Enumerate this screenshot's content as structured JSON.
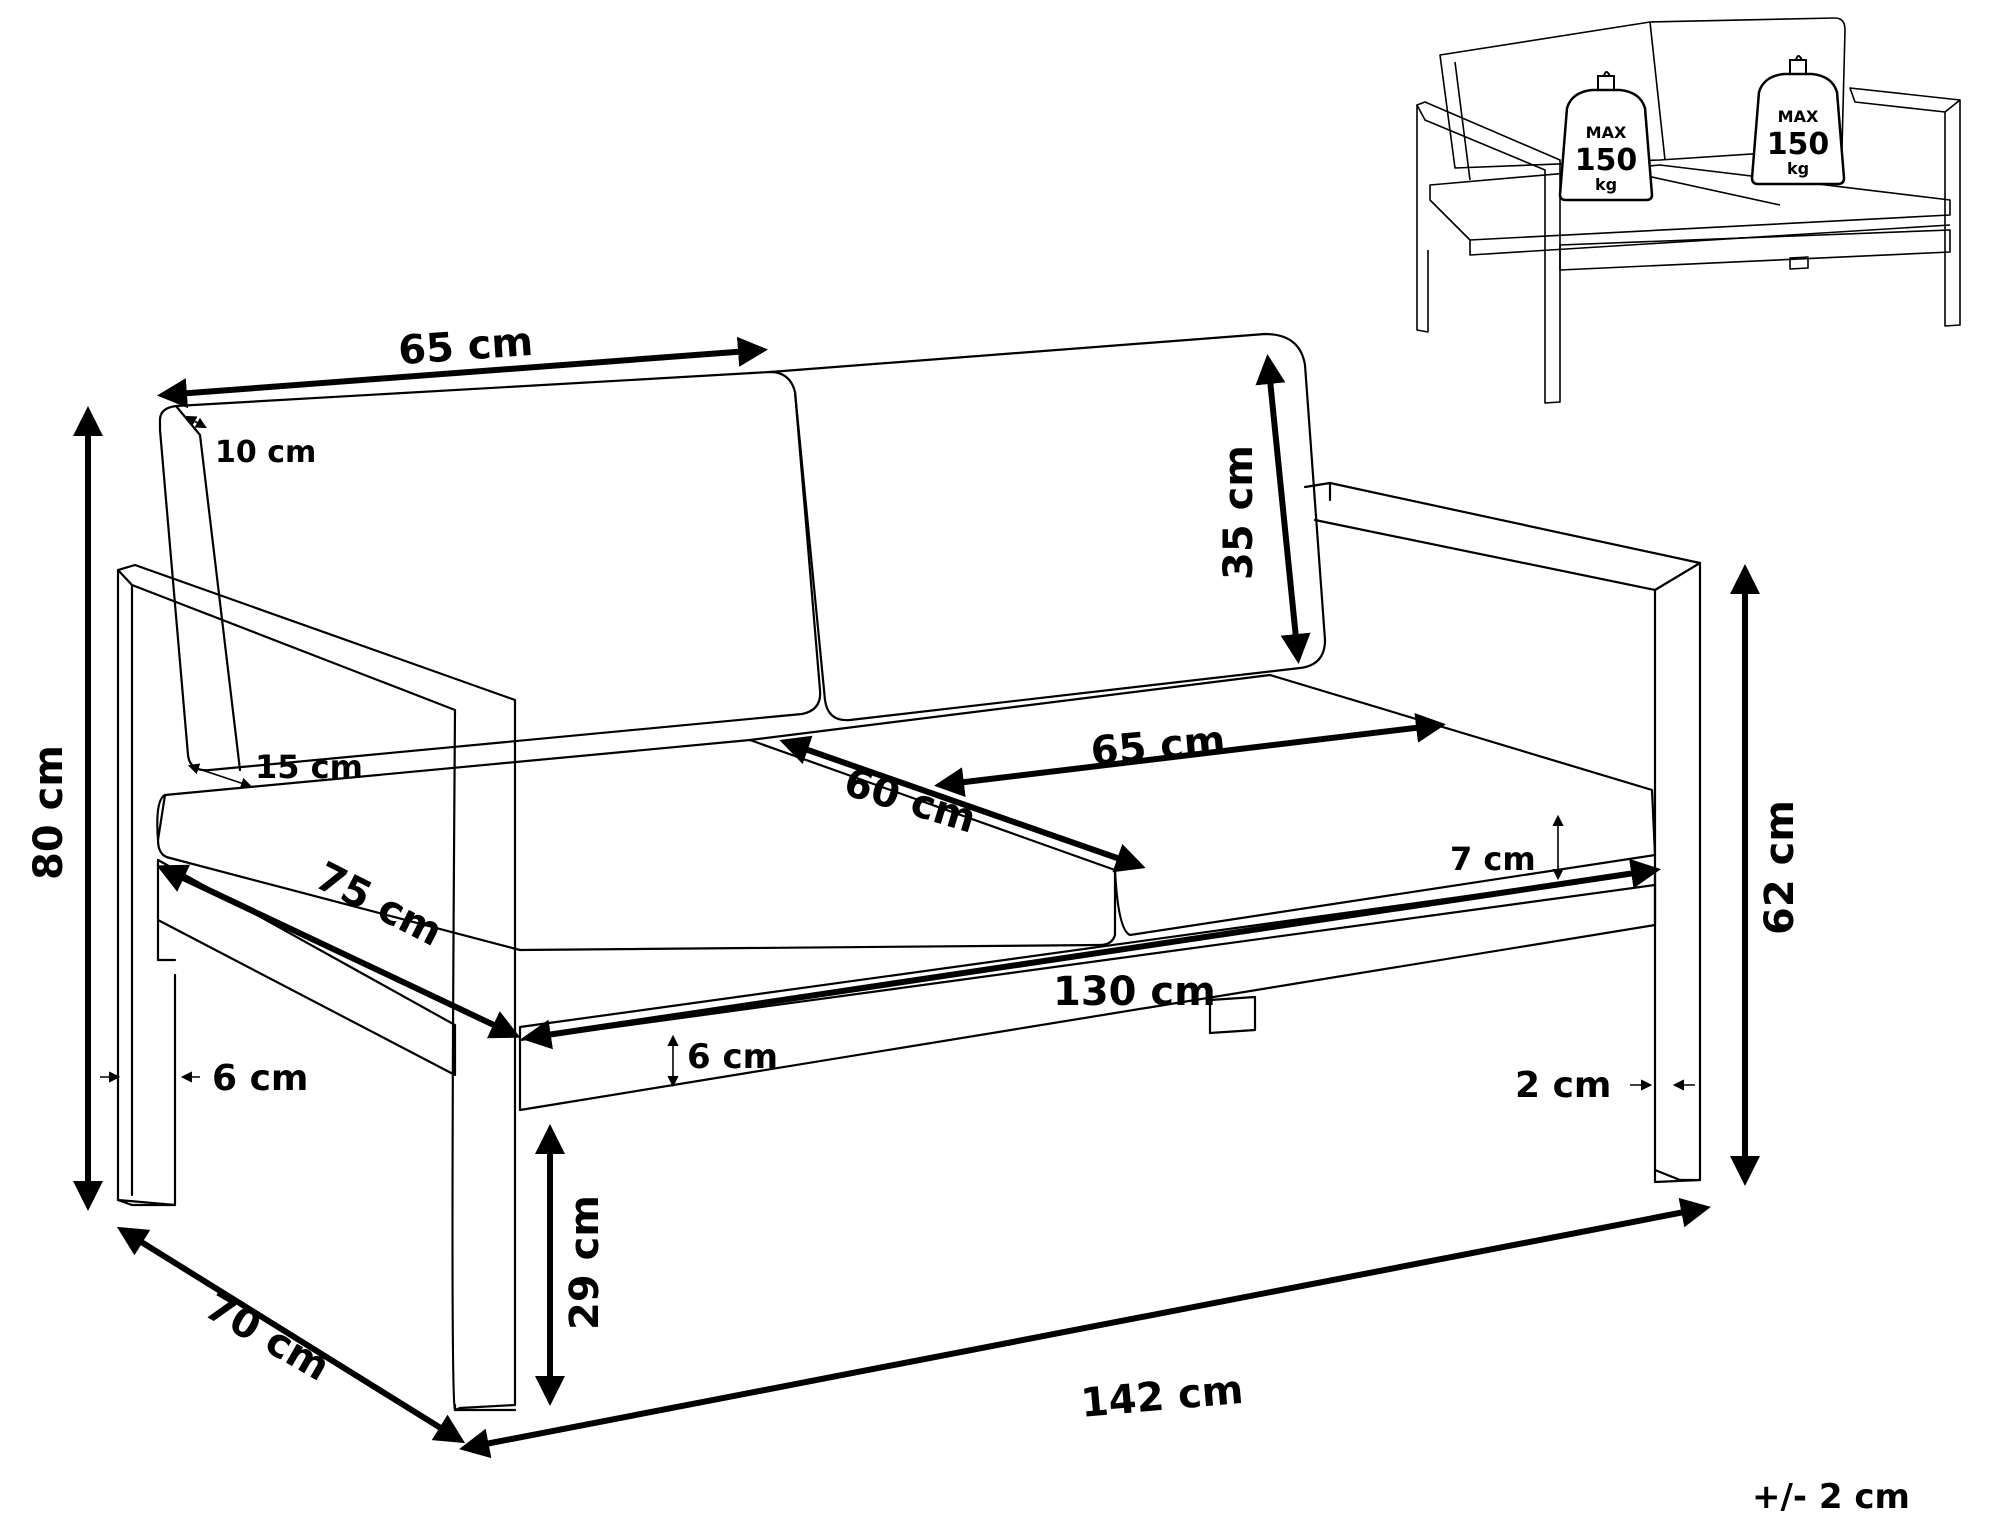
{
  "dimensions": {
    "back_width": "65 cm",
    "back_thickness": "10 cm",
    "back_height": "35 cm",
    "seat_back_depth": "15 cm",
    "total_height": "80 cm",
    "seat_width": "65 cm",
    "seat_depth": "60 cm",
    "cushion_height": "7 cm",
    "armrest_height": "62 cm",
    "arm_length": "75 cm",
    "inner_width": "130 cm",
    "frame_height": "6 cm",
    "leg_width": "6 cm",
    "leg_gap": "2 cm",
    "ground_clearance": "29 cm",
    "depth": "70 cm",
    "width": "142 cm"
  },
  "tolerance": "+/- 2 cm",
  "load_badges": [
    {
      "max": "MAX",
      "value": "150",
      "unit": "kg"
    },
    {
      "max": "MAX",
      "value": "150",
      "unit": "kg"
    }
  ]
}
